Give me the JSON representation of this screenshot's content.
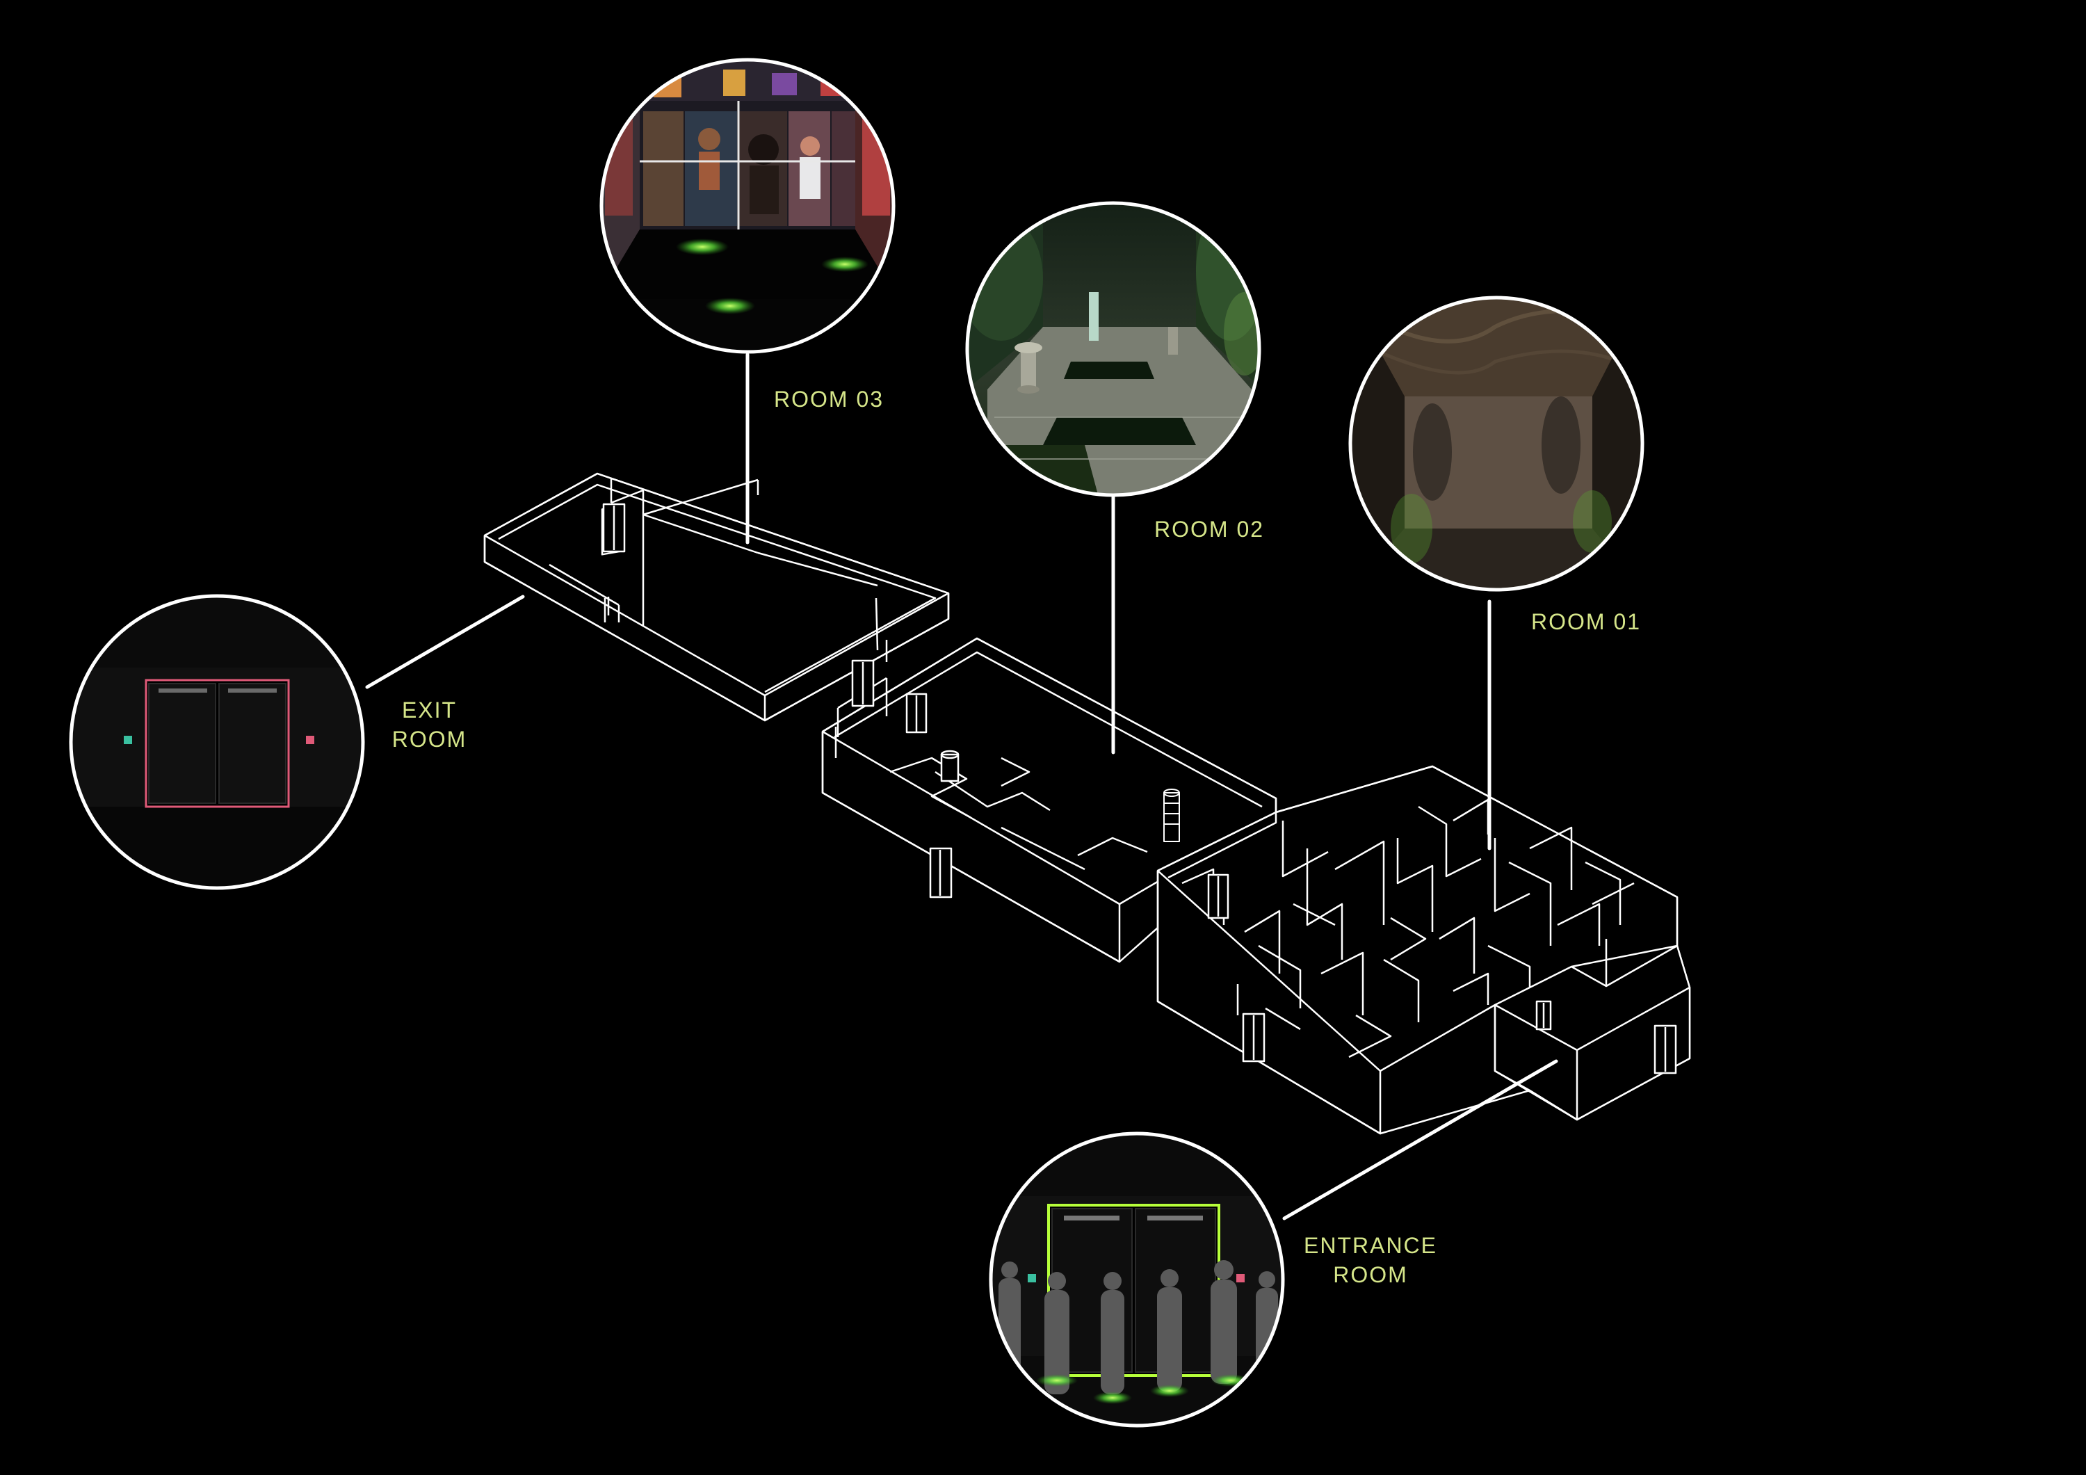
{
  "labels": {
    "room03": "ROOM 03",
    "room02": "ROOM 02",
    "room01": "ROOM 01",
    "exit_line1": "EXIT",
    "exit_line2": "ROOM",
    "entrance_line1": "ENTRANCE",
    "entrance_line2": "ROOM"
  },
  "colors": {
    "background": "#000000",
    "linework": "#ffffff",
    "label": "#d6e68a",
    "exit_frame": "#e05a78",
    "entrance_frame": "#b7ff3a",
    "floor_glow": "#7dff4a"
  }
}
